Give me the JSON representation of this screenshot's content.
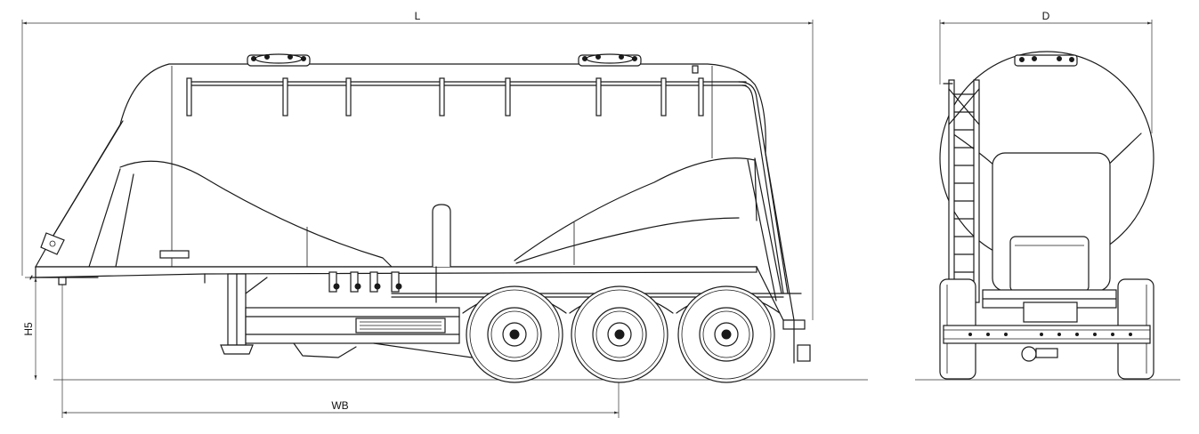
{
  "dimensions": {
    "length": "L",
    "diameter": "D",
    "height": "H5",
    "wheelbase": "WB"
  }
}
